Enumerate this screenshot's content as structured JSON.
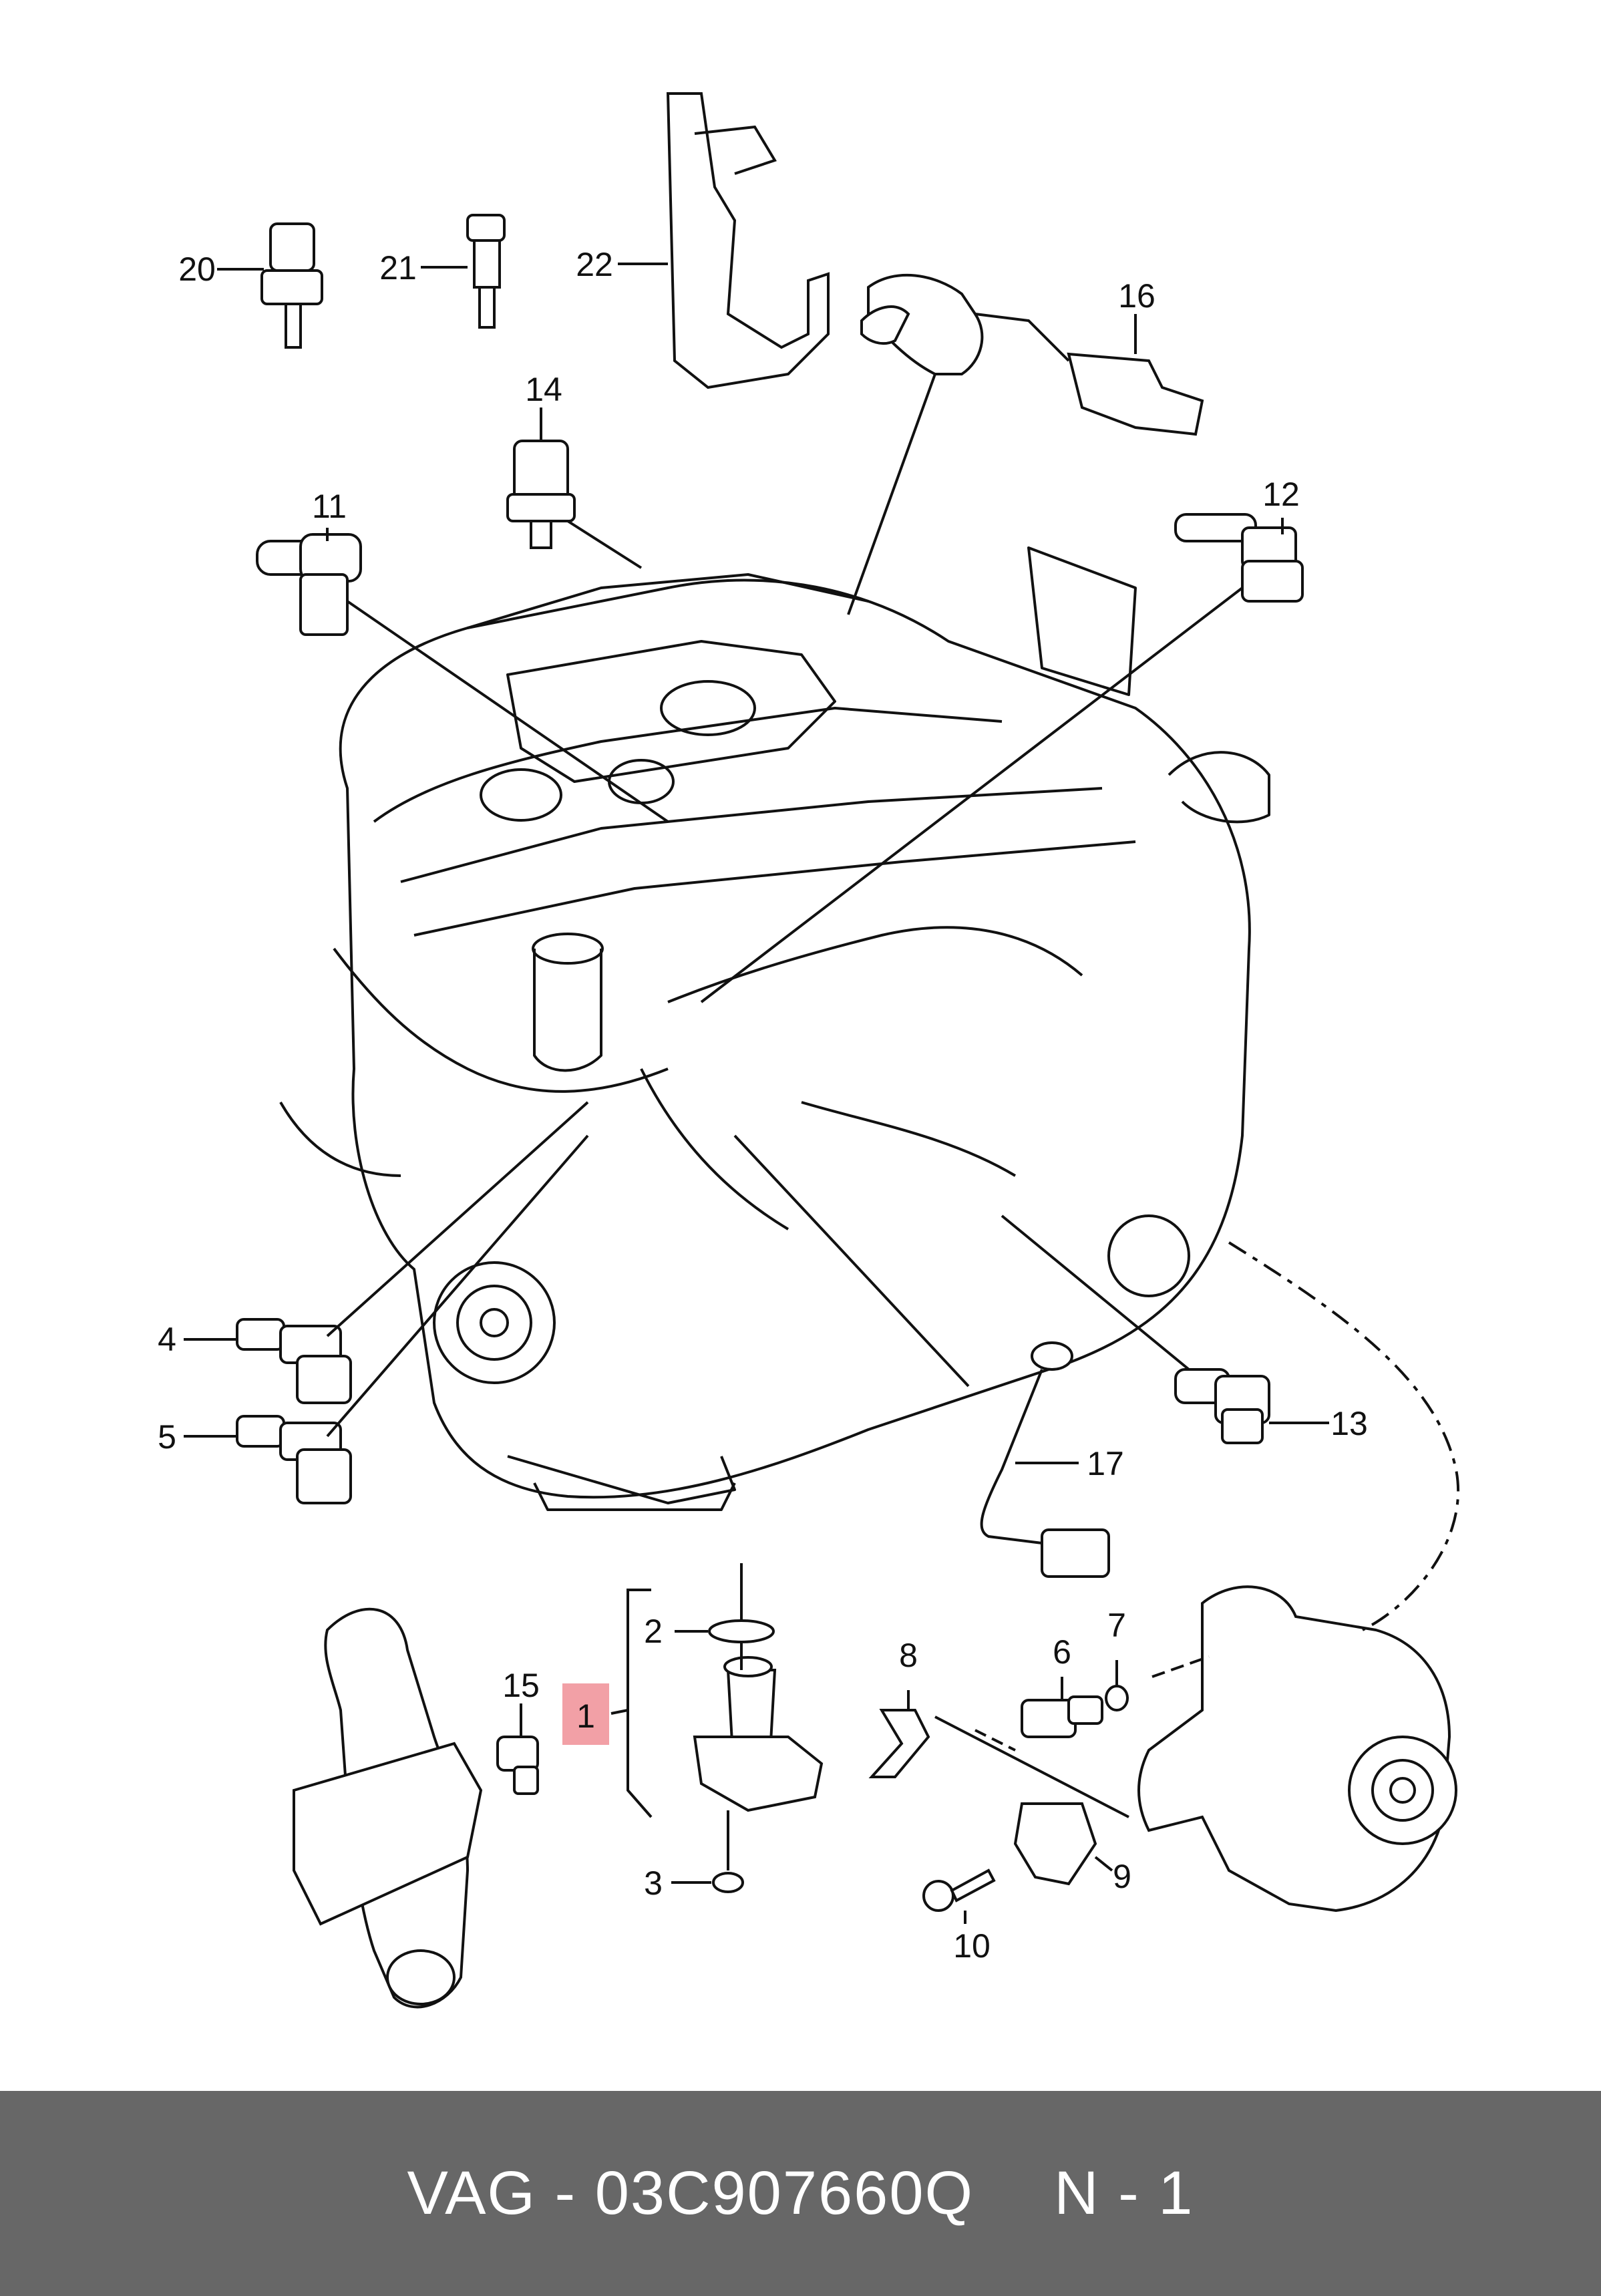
{
  "callouts": {
    "c1": "1",
    "c2": "2",
    "c3": "3",
    "c4": "4",
    "c5": "5",
    "c6": "6",
    "c7": "7",
    "c8": "8",
    "c9": "9",
    "c10": "10",
    "c11": "11",
    "c12": "12",
    "c13": "13",
    "c14": "14",
    "c15": "15",
    "c16": "16",
    "c17": "17",
    "c20": "20",
    "c21": "21",
    "c22": "22"
  },
  "highlight_color": "#f2a0a6",
  "footer": {
    "part_number": "VAG - 03C907660Q",
    "sheet": "N - 1"
  }
}
